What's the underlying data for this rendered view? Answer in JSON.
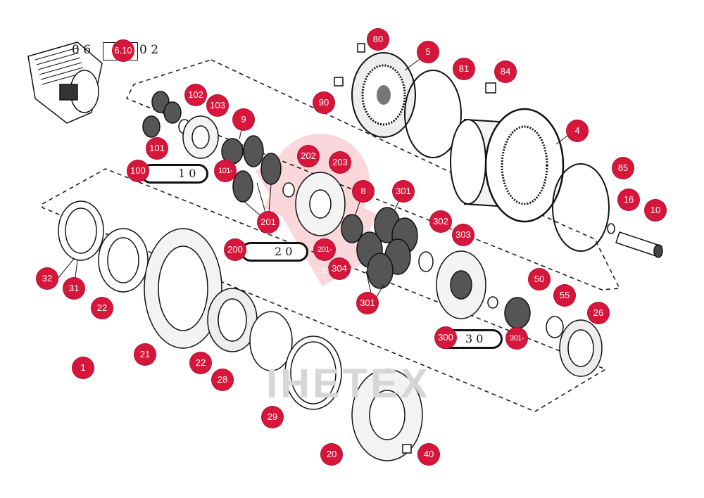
{
  "diagram": {
    "watermark": "IHETEX",
    "ref_box_text": "6.10",
    "ref_left_digits": "0 6",
    "ref_right_digits": "0 2",
    "accent_color": "#d6163a",
    "labels": [
      "1",
      "4",
      "5",
      "8",
      "9",
      "10",
      "16",
      "20",
      "21",
      "22",
      "22",
      "26",
      "28",
      "29",
      "31",
      "32",
      "40",
      "50",
      "55",
      "80",
      "81",
      "84",
      "85",
      "90",
      "100",
      "101",
      "102",
      "103",
      "200",
      "201",
      "202",
      "203",
      "300",
      "301",
      "301",
      "302",
      "303",
      "304",
      "101-10",
      "201-20",
      "301-30"
    ]
  },
  "ovals": {
    "oval_100": "1 0",
    "oval_200": "2 0",
    "oval_300": "3 0"
  }
}
